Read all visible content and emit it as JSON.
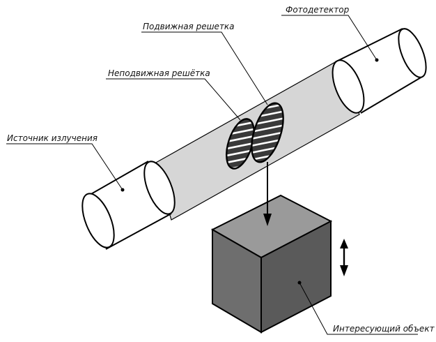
{
  "labels": {
    "photodetector": "Фотодетектор",
    "movable_grating": "Подвижная решетка",
    "fixed_grating": "Неподвижная решётка",
    "radiation_source": "Источник излучения",
    "object_of_interest": "Интересующий объект"
  },
  "colors": {
    "outline": "#000000",
    "beam_fill": "#d6d6d6",
    "cylinder_fill": "#ffffff",
    "grating_fill": "#3a3a3a",
    "grating_stripe": "#ffffff",
    "cube_front": "#6e6e6e",
    "cube_side": "#5a5a5a",
    "cube_top": "#9a9a9a"
  }
}
